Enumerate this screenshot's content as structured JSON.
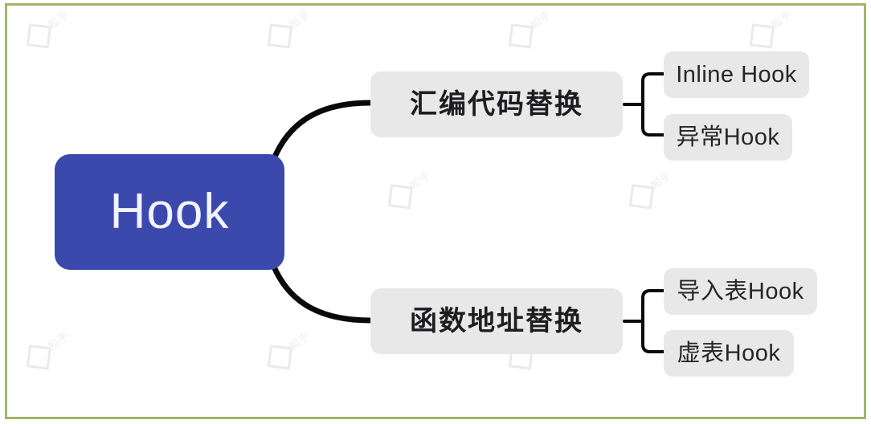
{
  "diagram": {
    "type": "mind-map",
    "orientation": "left-to-right",
    "frame_color": "#9fb56a",
    "background_color": "#ffffff",
    "root": {
      "label": "Hook",
      "fill_color": "#3b49ad",
      "text_color": "#f2f4fd"
    },
    "branches": [
      {
        "id": "asm",
        "label": "汇编代码替换",
        "fill_color": "#e8e8e9",
        "text_color": "#1d1d1f",
        "children": [
          {
            "id": "inline",
            "label": "Inline Hook"
          },
          {
            "id": "exception",
            "label": "异常Hook"
          }
        ]
      },
      {
        "id": "func",
        "label": "函数地址替换",
        "fill_color": "#e8e8e9",
        "text_color": "#1d1d1f",
        "children": [
          {
            "id": "import",
            "label": "导入表Hook"
          },
          {
            "id": "vtable",
            "label": "虚表Hook"
          }
        ]
      }
    ],
    "connector_color": "#000000",
    "watermark_text": "知乎"
  }
}
